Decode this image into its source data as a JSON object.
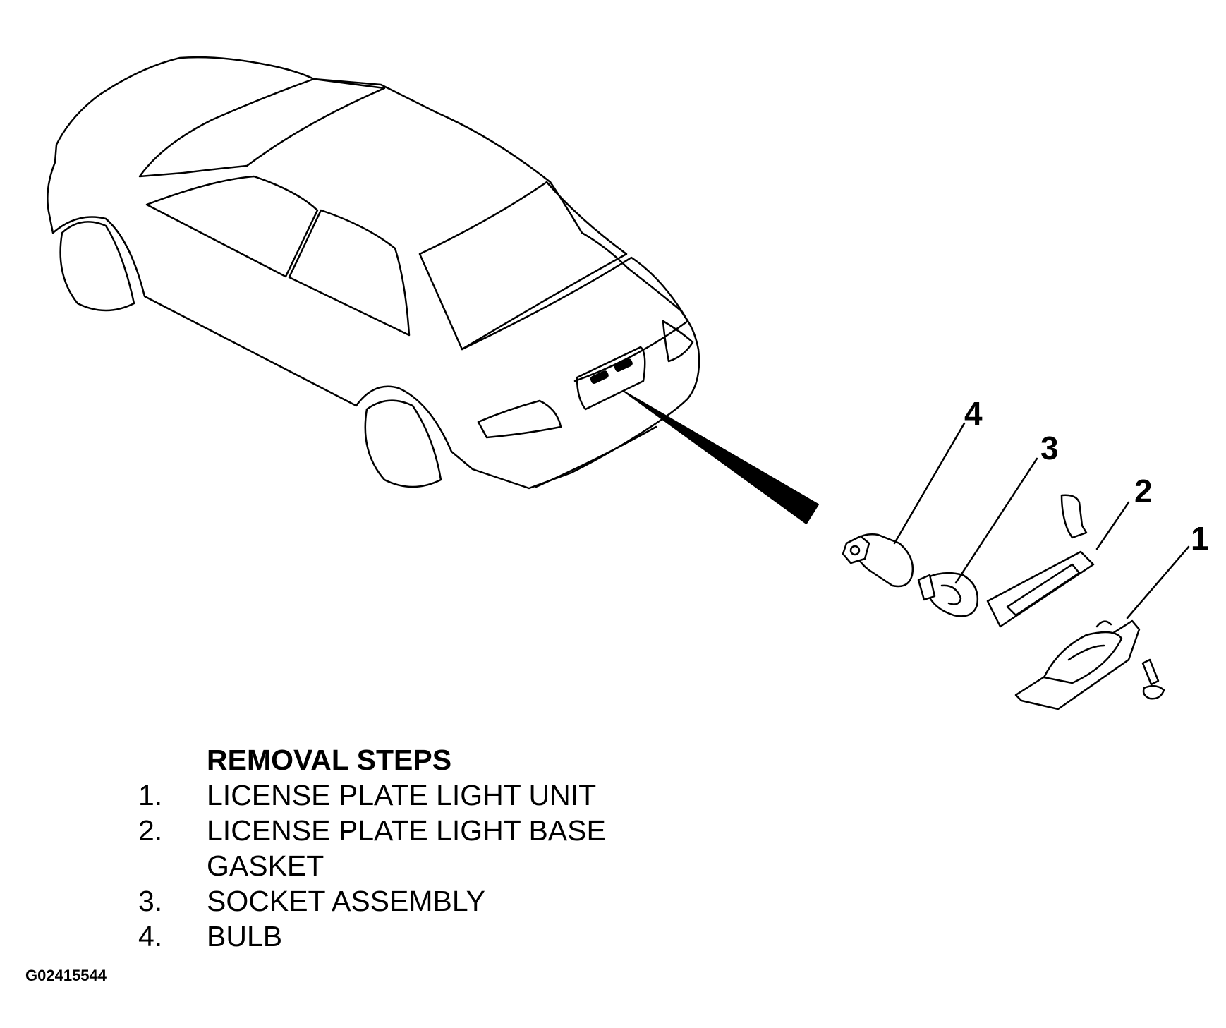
{
  "callouts": [
    "4",
    "3",
    "2",
    "1"
  ],
  "steps_title": "REMOVAL STEPS",
  "steps": [
    {
      "num": "1.",
      "text": "LICENSE PLATE LIGHT UNIT"
    },
    {
      "num": "2.",
      "text": "LICENSE PLATE LIGHT BASE"
    },
    {
      "num": "",
      "text": "GASKET"
    },
    {
      "num": "3.",
      "text": "SOCKET ASSEMBLY"
    },
    {
      "num": "4.",
      "text": "BULB"
    }
  ],
  "figure_id": "G02415544"
}
